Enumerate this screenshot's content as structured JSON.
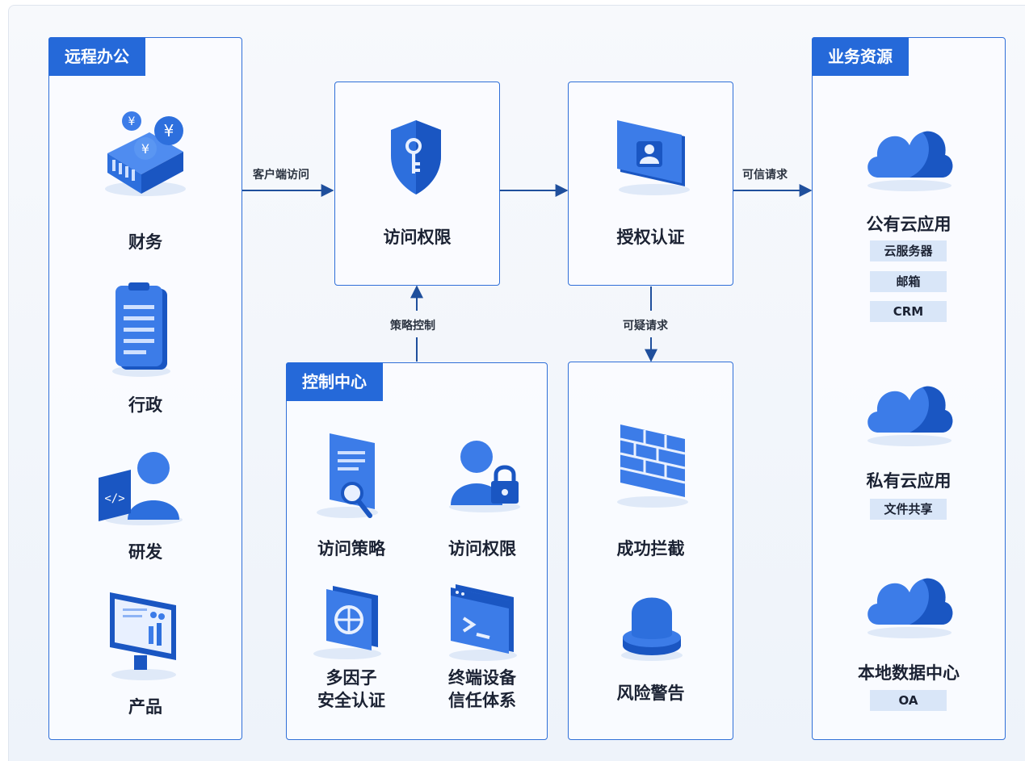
{
  "remote_office": {
    "title": "远程办公",
    "items": [
      "财务",
      "行政",
      "研发",
      "产品"
    ]
  },
  "access_box": {
    "label": "访问权限"
  },
  "auth_box": {
    "label": "授权认证"
  },
  "control_center": {
    "title": "控制中心",
    "items": [
      "访问策略",
      "访问权限",
      "多因子\n安全认证",
      "终端设备\n信任体系"
    ]
  },
  "risk_box": {
    "items": [
      "成功拦截",
      "风险警告"
    ]
  },
  "business": {
    "title": "业务资源",
    "groups": [
      {
        "label": "公有云应用",
        "chips": [
          "云服务器",
          "邮箱",
          "CRM"
        ]
      },
      {
        "label": "私有云应用",
        "chips": [
          "文件共享"
        ]
      },
      {
        "label": "本地数据中心",
        "chips": [
          "OA"
        ]
      }
    ]
  },
  "edges": {
    "client_access": "客户端访问",
    "trusted_request": "可信请求",
    "policy_control": "策略控制",
    "suspicious_request": "可疑请求"
  },
  "colors": {
    "accent": "#2569d9",
    "line": "#1f4f9c",
    "chip": "#d9e6f8"
  }
}
